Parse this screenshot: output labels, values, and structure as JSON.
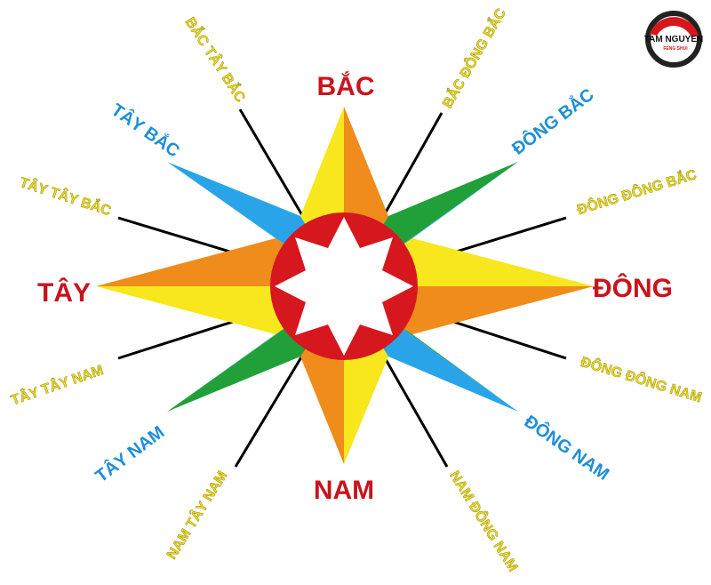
{
  "colors": {
    "main_label": "#c8141e",
    "intercardinal_label": "#1e8fd6",
    "sub_label": "#e8d820",
    "hub_red": "#d6171e",
    "yellow": "#f7e71c",
    "orange": "#ef8c1b",
    "green": "#21a03a",
    "blue": "#2aa4e8",
    "line": "#000000"
  },
  "directions": {
    "north": "BẮC",
    "south": "NAM",
    "east": "ĐÔNG",
    "west": "TÂY",
    "northeast": "ĐÔNG BẮC",
    "northwest": "TÂY BẮC",
    "southeast": "ĐÔNG NAM",
    "southwest": "TÂY NAM",
    "nne": "BẮC ĐÔNG BẮC",
    "nnw": "BẮC TÂY BẮC",
    "ene": "ĐÔNG ĐÔNG BẮC",
    "wnw": "TÂY TÂY BẮC",
    "ese": "ĐÔNG ĐÔNG NAM",
    "wsw": "TÂY TÂY NAM",
    "sse": "NAM ĐÔNG NAM",
    "ssw": "NAM TÂY NAM"
  },
  "logo": {
    "name": "TAM NGUYEN",
    "tagline": "FENG SHUI"
  }
}
